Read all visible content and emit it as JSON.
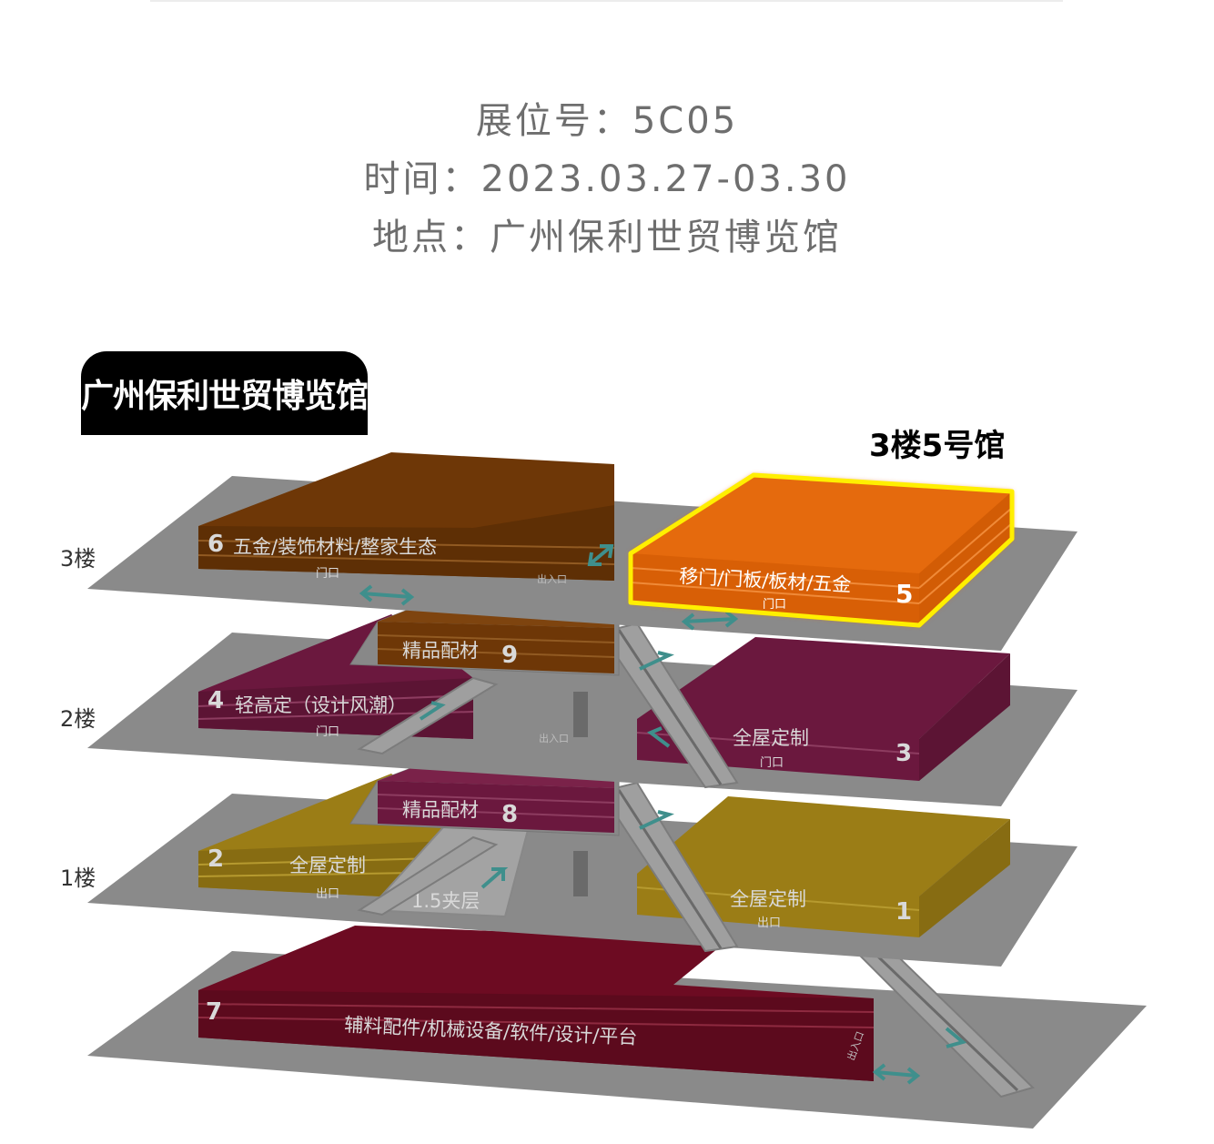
{
  "header": {
    "booth_label": "展位号：",
    "booth_value": "5C05",
    "time_label": "时间：",
    "time_value": "2023.03.27-03.30",
    "place_label": "地点：",
    "place_value": "广州保利世贸博览馆"
  },
  "map": {
    "venue_title": "广州保利世贸博览馆",
    "highlight_callout": "3楼5号馆",
    "floors": {
      "f3": "3楼",
      "f2": "2楼",
      "f1": "1楼"
    },
    "halls": {
      "h6": {
        "num": "6",
        "label": "五金/装饰材料/整家生态",
        "tag": "门口"
      },
      "h5": {
        "num": "5",
        "label": "移门/门板/板材/五金",
        "tag": "门口"
      },
      "h9": {
        "num": "9",
        "label": "精品配材"
      },
      "h4": {
        "num": "4",
        "label": "轻高定（设计风潮）",
        "tag": "门口"
      },
      "h3": {
        "num": "3",
        "label": "全屋定制",
        "tag": "门口"
      },
      "h8": {
        "num": "8",
        "label": "精品配材"
      },
      "h2": {
        "num": "2",
        "label": "全屋定制",
        "tag": "出口"
      },
      "h1": {
        "num": "1",
        "label": "全屋定制",
        "tag": "出口"
      },
      "h7": {
        "num": "7",
        "label": "辅料配件/机械设备/软件/设计/平台"
      }
    },
    "mezzanine": "1.5夹层",
    "entrance_labels": {
      "e3": "出入口",
      "e2": "出入口",
      "e0": "出入口"
    },
    "colors": {
      "floor_plate": "#8a8a8a",
      "hall_brown": "#6e3707",
      "hall_orange": "#e56a0b",
      "hall_purple": "#6b183e",
      "hall_olive": "#9b7d16",
      "hall_crimson": "#6d0b22",
      "highlight_outline": "#ffef00",
      "arrow": "#3f8f8c"
    }
  }
}
